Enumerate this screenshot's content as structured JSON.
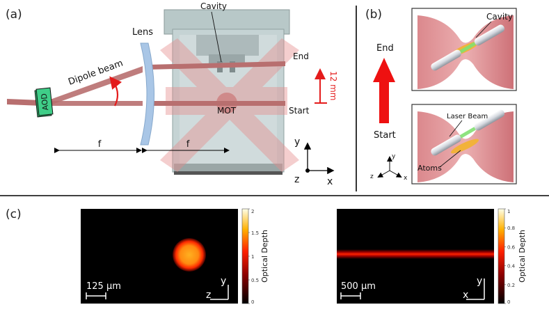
{
  "panels": {
    "a": "(a)",
    "b": "(b)",
    "c": "(c)"
  },
  "panel_a": {
    "aod": "AOD",
    "dipole_beam": "Dipole beam",
    "lens": "Lens",
    "cavity": "Cavity",
    "end": "End",
    "start": "Start",
    "mot": "MOT",
    "distance": "12 mm",
    "focal_left": "f",
    "focal_right": "f",
    "axis_y": "y",
    "axis_z": "z",
    "axis_x": "x"
  },
  "panel_b": {
    "end": "End",
    "start": "Start",
    "cavity": "Cavity",
    "laser_beam": "Laser Beam",
    "atoms": "Atoms",
    "axis_y": "y",
    "axis_z": "z",
    "axis_x": "x"
  },
  "panel_c": {
    "left": {
      "scale_bar": "125 µm",
      "axis_vertical": "y",
      "axis_horizontal": "z",
      "colorbar_label": "Optical Depth",
      "colorbar_ticks": [
        "2",
        "1.5",
        "1",
        "0.5",
        "0"
      ]
    },
    "right": {
      "scale_bar": "500 µm",
      "axis_vertical": "y",
      "axis_horizontal": "x",
      "colorbar_label": "Optical Depth",
      "colorbar_ticks": [
        "1",
        "0.8",
        "0.6",
        "0.4",
        "0.2",
        "0"
      ]
    }
  },
  "colors": {
    "beam": "#b86f6f",
    "red_arrow": "#e41b1b",
    "aod_green": "#3fce88",
    "lens_blue": "#a9c6e6"
  }
}
